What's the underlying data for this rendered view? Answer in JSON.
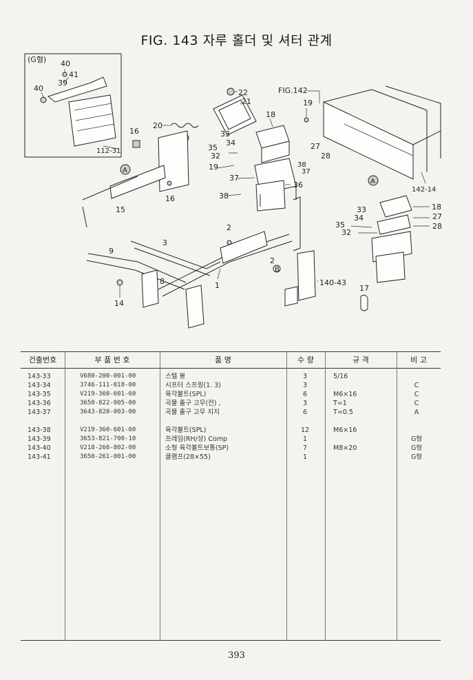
{
  "title": "FIG. 143 자루 홀더 및 셔터 관계",
  "diagram": {
    "inset_label": "(G형)",
    "inset_ref": "112-31",
    "fig_ref": "FIG.142",
    "ref_a": "A",
    "ref_b": "B",
    "callouts": {
      "c40": "40",
      "c41": "41",
      "c39": "39",
      "c40b": "40",
      "c22": "22",
      "c21": "21",
      "c19": "19",
      "c18": "18",
      "c20": "20",
      "c16": "16",
      "c16b": "16",
      "c33": "33",
      "c34": "34",
      "c35": "35",
      "c32": "32",
      "c27": "27",
      "c28": "28",
      "c38": "38",
      "c37": "37",
      "c19b": "19",
      "c37b": "37",
      "c36": "36",
      "c38b": "38",
      "c14214": "142-14",
      "c33b": "33",
      "c34b": "34",
      "c18b": "18",
      "c27b": "27",
      "c28b": "28",
      "c35b": "35",
      "c32b": "32",
      "c15": "15",
      "c2": "2",
      "c3": "3",
      "c9": "9",
      "c2b": "2",
      "c8": "8",
      "c1": "1",
      "c14043": "140-43",
      "c17": "17",
      "c14": "14"
    }
  },
  "table": {
    "headers": {
      "ref_no": "건출번호",
      "part_no": "부 품 번 호",
      "name": "품 명",
      "qty": "수 량",
      "spec": "규 격",
      "remarks": "비 고"
    },
    "rows": [
      {
        "ref": "143-33",
        "part": "V680-200-001-00",
        "name": "스텔 봉",
        "qty": "3",
        "spec": "5/16",
        "remark": ""
      },
      {
        "ref": "143-34",
        "part": "3746-111-018-00",
        "name": "시프터 스프링(1. 3)",
        "qty": "3",
        "spec": "",
        "remark": "C"
      },
      {
        "ref": "143-35",
        "part": "V219-360-601-60",
        "name": "육각볼트(SPL)",
        "qty": "6",
        "spec": "M6×16",
        "remark": "C"
      },
      {
        "ref": "143-36",
        "part": "3650-822-005-00",
        "name": "곡물 출구 고무(전) ,",
        "qty": "3",
        "spec": "T=1",
        "remark": "C"
      },
      {
        "ref": "143-37",
        "part": "3643-820-003-00",
        "name": "곡물 출구 고무 지지",
        "qty": "6",
        "spec": "T=0.5",
        "remark": "A"
      },
      {
        "ref": "143-38",
        "part": "V219-360-601-60",
        "name": "육각볼트(SPL)",
        "qty": "12",
        "spec": "M6×16",
        "remark": ""
      },
      {
        "ref": "143-39",
        "part": "3653-821-700-10",
        "name": "프레임(RH/상) Comp",
        "qty": "1",
        "spec": "",
        "remark": "G형"
      },
      {
        "ref": "143-40",
        "part": "V218-260-802-00",
        "name": "소형 육각볼트보통(SP)",
        "qty": "7",
        "spec": "M8×20",
        "remark": "G형"
      },
      {
        "ref": "143-41",
        "part": "3650-261-001-00",
        "name": "클램프(28×55)",
        "qty": "1",
        "spec": "",
        "remark": "G형"
      }
    ]
  },
  "page_number": "393"
}
